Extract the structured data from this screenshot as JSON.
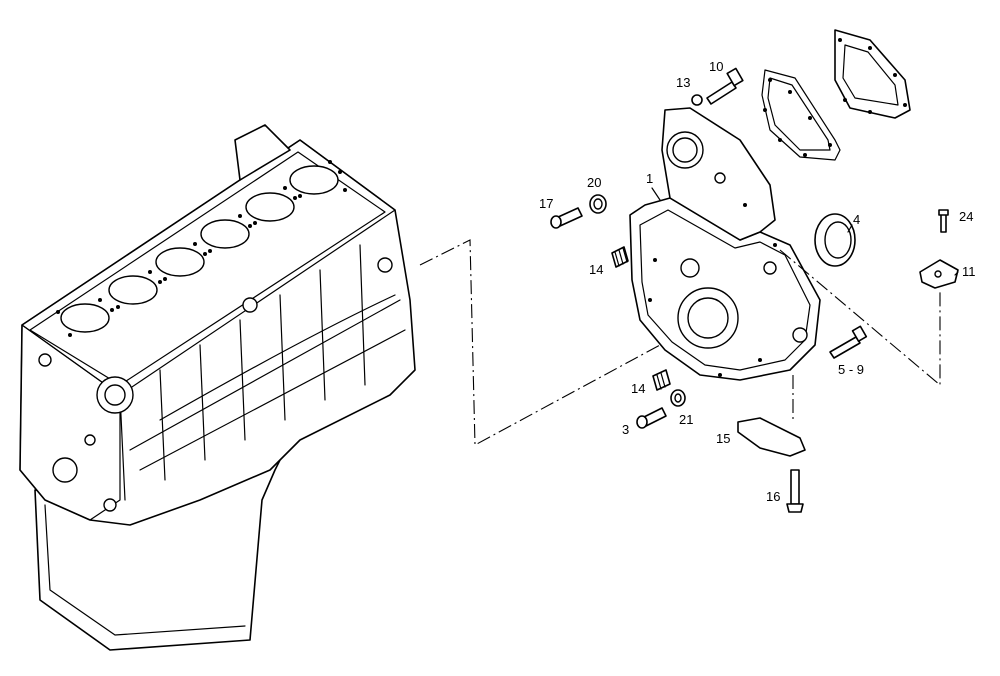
{
  "callouts": {
    "c1": "1",
    "c3": "3",
    "c4": "4",
    "c5_9": "5 - 9",
    "c10": "10",
    "c11": "11",
    "c13": "13",
    "c14a": "14",
    "c14b": "14",
    "c15": "15",
    "c16": "16",
    "c17": "17",
    "c20": "20",
    "c21": "21",
    "c24": "24"
  },
  "colors": {
    "line": "#000000",
    "background": "#ffffff"
  }
}
